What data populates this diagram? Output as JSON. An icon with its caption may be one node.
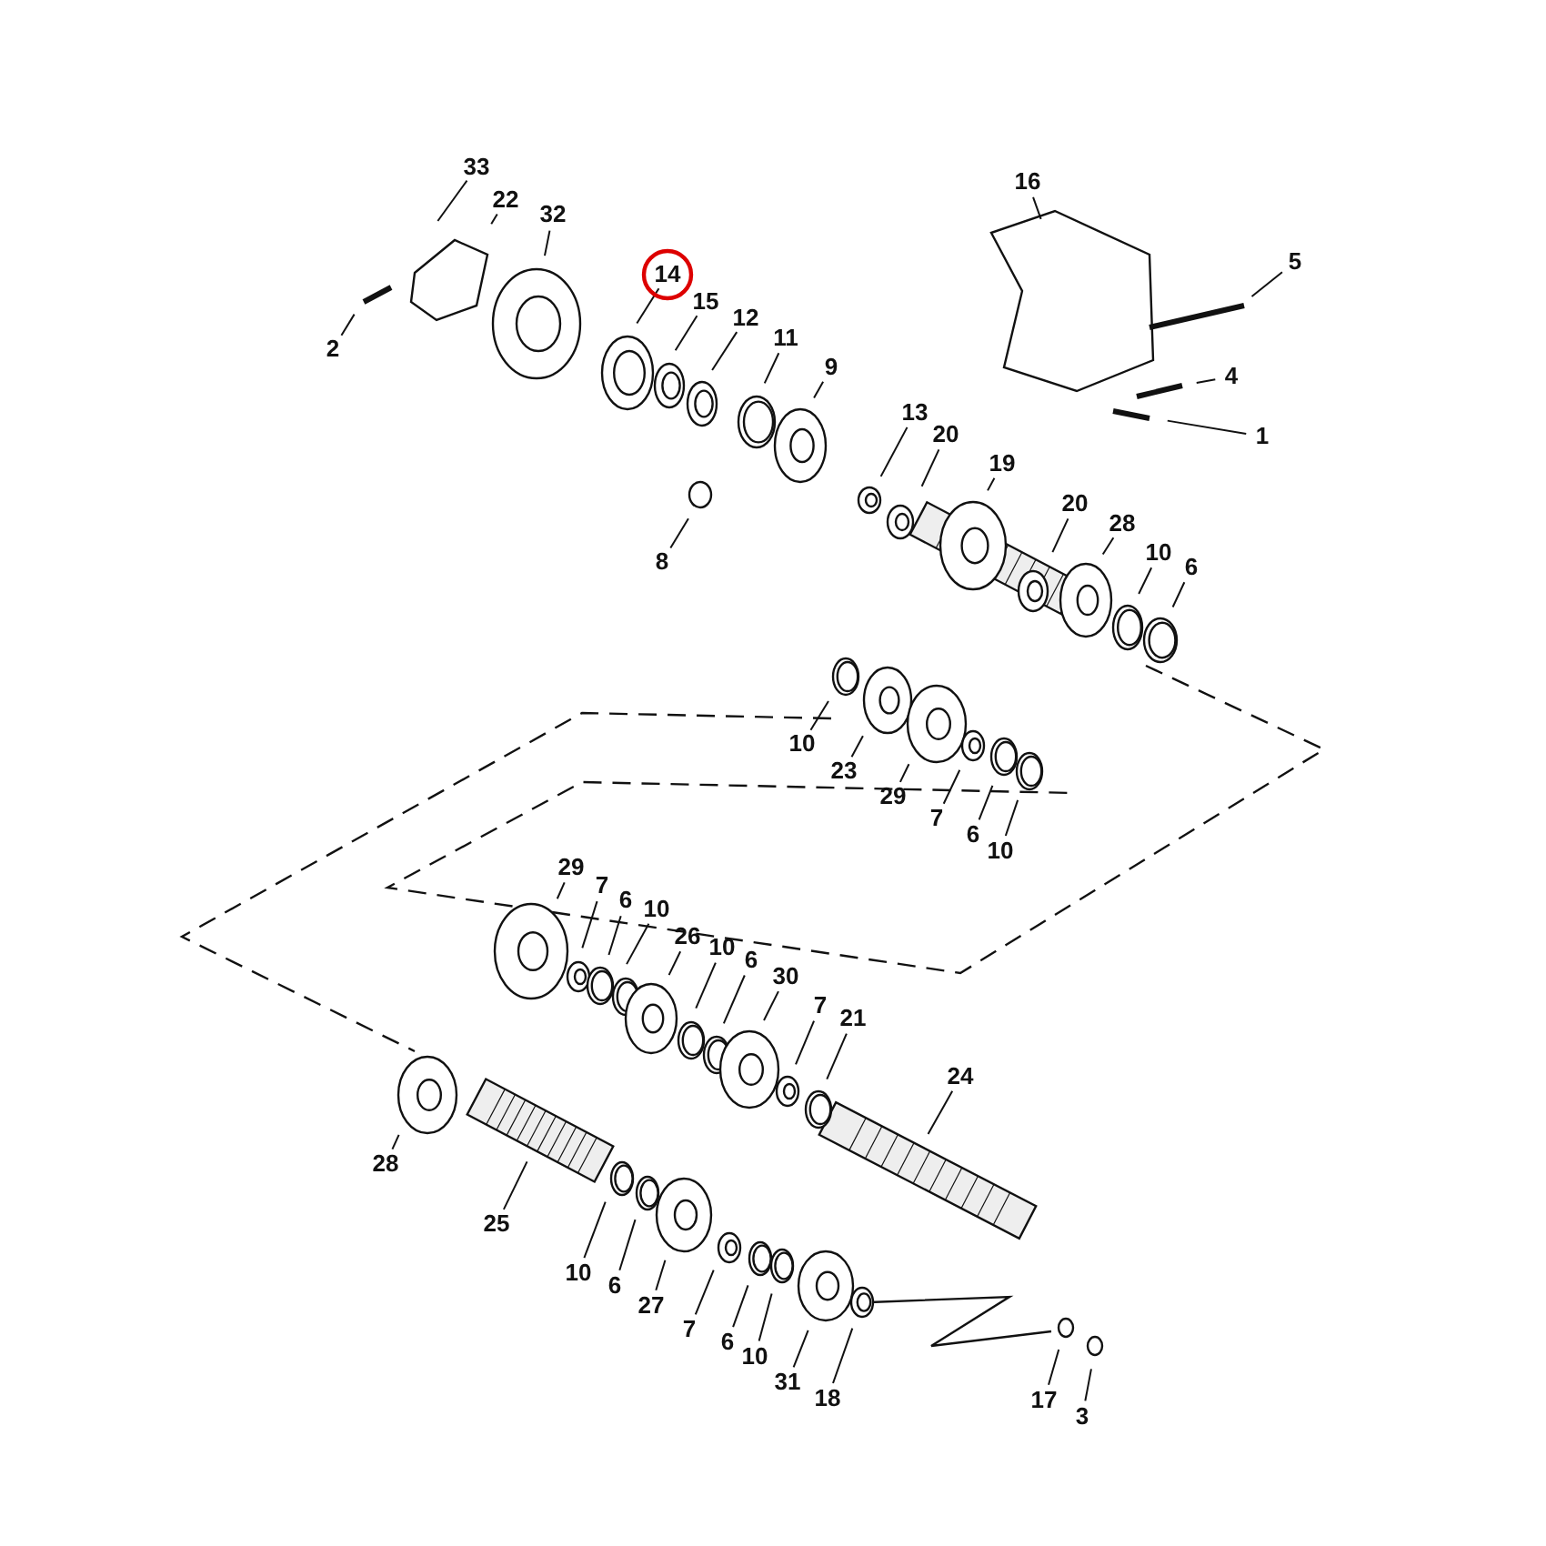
{
  "diagram": {
    "nodes": [
      {
        "text": [
          "33"
        ]
      },
      {
        "text": [
          "16"
        ]
      },
      {
        "text": [
          "22"
        ]
      },
      {
        "text": [
          "32"
        ]
      },
      {
        "text": [
          "5"
        ]
      },
      {
        "text": [
          "14"
        ]
      },
      {
        "text": [
          "15"
        ]
      },
      {
        "text": [
          "12"
        ]
      },
      {
        "text": [
          "11"
        ]
      },
      {
        "text": [
          "2"
        ]
      },
      {
        "text": [
          "9"
        ]
      },
      {
        "text": [
          "4"
        ]
      },
      {
        "text": [
          "13"
        ]
      },
      {
        "text": [
          "20"
        ]
      },
      {
        "text": [
          "1"
        ]
      },
      {
        "text": [
          "19"
        ]
      },
      {
        "text": [
          "20"
        ]
      },
      {
        "text": [
          "28"
        ]
      },
      {
        "text": [
          "10"
        ]
      },
      {
        "text": [
          "6"
        ]
      },
      {
        "text": [
          "8"
        ]
      },
      {
        "text": [
          "10"
        ]
      },
      {
        "text": [
          "23"
        ]
      },
      {
        "text": [
          "29"
        ]
      },
      {
        "text": [
          "7"
        ]
      },
      {
        "text": [
          "6"
        ]
      },
      {
        "text": [
          "10"
        ]
      },
      {
        "text": [
          "29"
        ]
      },
      {
        "text": [
          "7"
        ]
      },
      {
        "text": [
          "6"
        ]
      },
      {
        "text": [
          "10"
        ]
      },
      {
        "text": [
          "26"
        ]
      },
      {
        "text": [
          "10"
        ]
      },
      {
        "text": [
          "6"
        ]
      },
      {
        "text": [
          "30"
        ]
      },
      {
        "text": [
          "7"
        ]
      },
      {
        "text": [
          "21"
        ]
      },
      {
        "text": [
          "24"
        ]
      },
      {
        "text": [
          "28"
        ]
      },
      {
        "text": [
          "25"
        ]
      },
      {
        "text": [
          "10"
        ]
      },
      {
        "text": [
          "6"
        ]
      },
      {
        "text": [
          "27"
        ]
      },
      {
        "text": [
          "7"
        ]
      },
      {
        "text": [
          "6"
        ]
      },
      {
        "text": [
          "10"
        ]
      },
      {
        "text": [
          "31"
        ]
      },
      {
        "text": [
          "18"
        ]
      },
      {
        "text": [
          "17"
        ]
      },
      {
        "text": [
          "3"
        ]
      }
    ],
    "edges": [
      {
        "from": 0,
        "to": null,
        "arrow": "none"
      },
      {
        "from": 1,
        "to": null,
        "arrow": "none"
      },
      {
        "from": 2,
        "to": null,
        "arrow": "none"
      },
      {
        "from": 3,
        "to": null,
        "arrow": "none"
      },
      {
        "from": 4,
        "to": null,
        "arrow": "none"
      },
      {
        "from": 5,
        "to": null,
        "arrow": "none"
      },
      {
        "from": 6,
        "to": null,
        "arrow": "none"
      },
      {
        "from": 7,
        "to": null,
        "arrow": "none"
      },
      {
        "from": 8,
        "to": null,
        "arrow": "none"
      },
      {
        "from": 9,
        "to": null,
        "arrow": "none"
      },
      {
        "from": 10,
        "to": null,
        "arrow": "none"
      },
      {
        "from": 11,
        "to": null,
        "arrow": "none"
      },
      {
        "from": 12,
        "to": null,
        "arrow": "none"
      },
      {
        "from": 13,
        "to": null,
        "arrow": "none"
      },
      {
        "from": 14,
        "to": null,
        "arrow": "none"
      },
      {
        "from": 15,
        "to": null,
        "arrow": "none"
      },
      {
        "from": 16,
        "to": null,
        "arrow": "none"
      },
      {
        "from": 17,
        "to": null,
        "arrow": "none"
      },
      {
        "from": 18,
        "to": null,
        "arrow": "none"
      },
      {
        "from": 19,
        "to": null,
        "arrow": "none"
      },
      {
        "from": 20,
        "to": null,
        "arrow": "none"
      },
      {
        "from": 21,
        "to": null,
        "arrow": "none"
      },
      {
        "from": 22,
        "to": null,
        "arrow": "none"
      },
      {
        "from": 23,
        "to": null,
        "arrow": "none"
      },
      {
        "from": 24,
        "to": null,
        "arrow": "none"
      },
      {
        "from": 25,
        "to": null,
        "arrow": "none"
      },
      {
        "from": 26,
        "to": null,
        "arrow": "none"
      },
      {
        "from": 27,
        "to": null,
        "arrow": "none"
      },
      {
        "from": 28,
        "to": null,
        "arrow": "none"
      },
      {
        "from": 29,
        "to": null,
        "arrow": "none"
      },
      {
        "from": 30,
        "to": null,
        "arrow": "none"
      },
      {
        "from": 31,
        "to": null,
        "arrow": "none"
      },
      {
        "from": 32,
        "to": null,
        "arrow": "none"
      },
      {
        "from": 33,
        "to": null,
        "arrow": "none"
      },
      {
        "from": 34,
        "to": null,
        "arrow": "none"
      },
      {
        "from": 35,
        "to": null,
        "arrow": "none"
      },
      {
        "from": 36,
        "to": null,
        "arrow": "none"
      },
      {
        "from": 37,
        "to": null,
        "arrow": "none"
      },
      {
        "from": 38,
        "to": null,
        "arrow": "none"
      },
      {
        "from": 39,
        "to": null,
        "arrow": "none"
      },
      {
        "from": 40,
        "to": null,
        "arrow": "none"
      },
      {
        "from": 41,
        "to": null,
        "arrow": "none"
      },
      {
        "from": 42,
        "to": null,
        "arrow": "none"
      },
      {
        "from": 43,
        "to": null,
        "arrow": "none"
      },
      {
        "from": 44,
        "to": null,
        "arrow": "none"
      },
      {
        "from": 45,
        "to": null,
        "arrow": "none"
      },
      {
        "from": 46,
        "to": null,
        "arrow": "none"
      },
      {
        "from": 47,
        "to": null,
        "arrow": "none"
      },
      {
        "from": 48,
        "to": null,
        "arrow": "none"
      },
      {
        "from": 49,
        "to": null,
        "arrow": "none"
      }
    ]
  }
}
